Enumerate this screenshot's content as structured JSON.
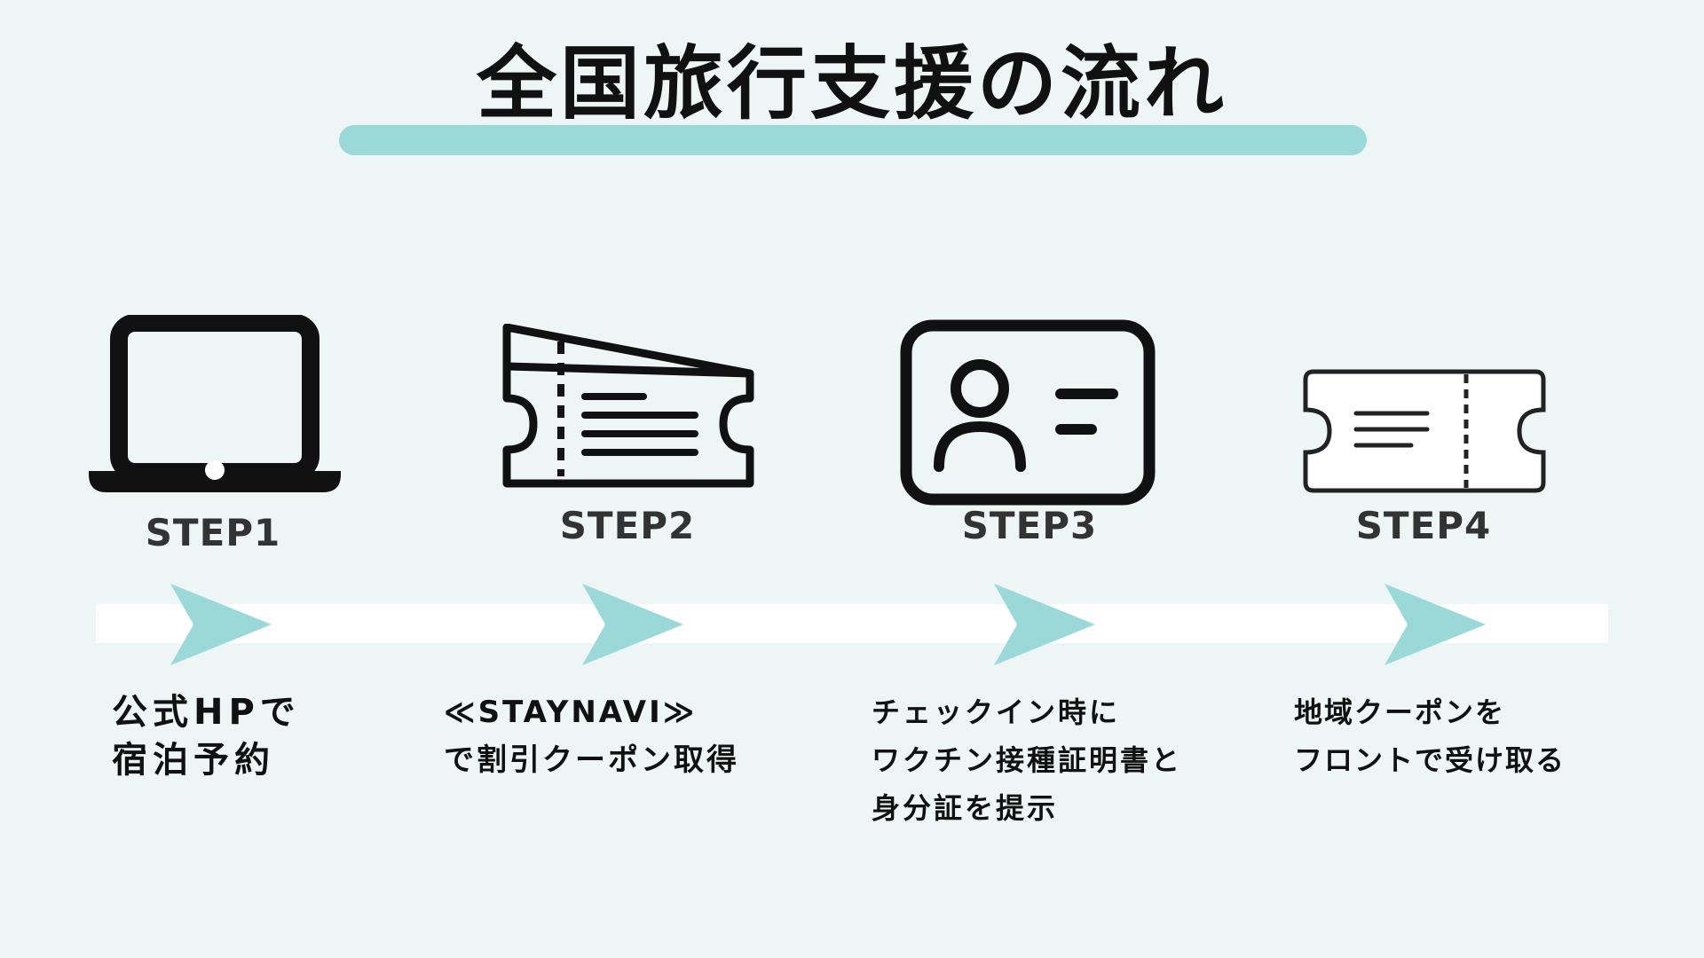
{
  "title": "全国旅行支援の流れ",
  "colors": {
    "background": "#EEF6F5",
    "accent": "#9BD9D9",
    "timeline": "#FFFFFF",
    "text": "#111111",
    "step_label": "#333333"
  },
  "steps": [
    {
      "label": "STEP1",
      "icon": "laptop-icon",
      "lines": [
        "公式HPで",
        "宿泊予約"
      ]
    },
    {
      "label": "STEP2",
      "icon": "coupon-ticket-icon",
      "lines": [
        "≪STAYNAVI≫",
        "で割引クーポン取得"
      ]
    },
    {
      "label": "STEP3",
      "icon": "id-card-icon",
      "lines": [
        "チェックイン時に",
        "ワクチン接種証明書と",
        "身分証を提示"
      ]
    },
    {
      "label": "STEP4",
      "icon": "ticket-icon",
      "lines": [
        "地域クーポンを",
        "フロントで受け取る"
      ]
    }
  ]
}
